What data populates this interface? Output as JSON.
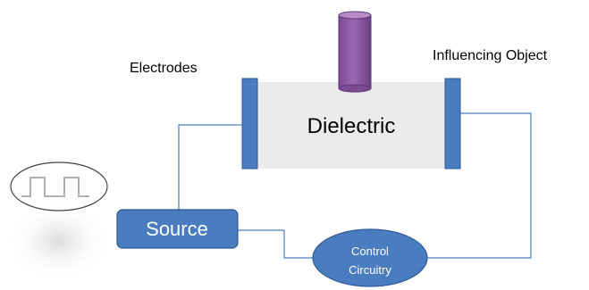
{
  "labels": {
    "electrodes": "Electrodes",
    "influencing_object": "Influencing Object",
    "dielectric": "Dielectric",
    "source": "Source",
    "control_line1": "Control",
    "control_line2": "Circuitry"
  },
  "colors": {
    "electrode_fill": "#4a7cc0",
    "electrode_stroke": "#2f5a95",
    "dielectric_fill": "#ebebeb",
    "object_fill": "#8e5aa6",
    "object_top": "#b68cc9",
    "object_stroke": "#5f3a78",
    "source_fill": "#4a7cc0",
    "control_fill": "#4a7cc0",
    "wire": "#4a7fc0",
    "waveform": "#b0b0b0"
  },
  "icons": {
    "waveform": "square-wave-icon"
  }
}
